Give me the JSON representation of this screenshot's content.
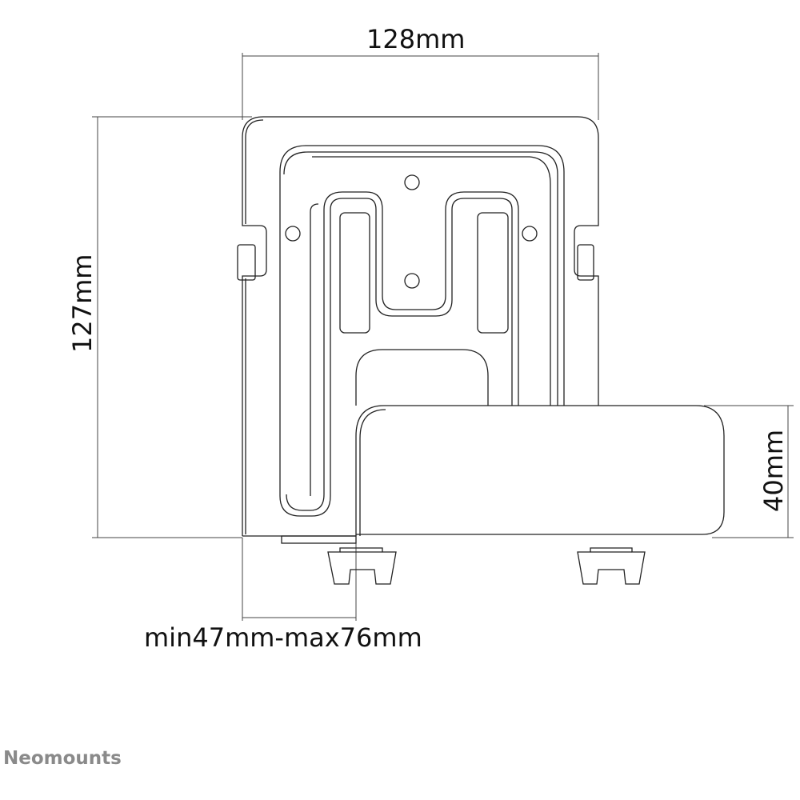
{
  "dimensions": {
    "width": "128mm",
    "height": "127mm",
    "device_height": "40mm",
    "depth_range": "min47mm-max76mm"
  },
  "brand": {
    "logo_text": "Neomounts",
    "logo_color": "#8a8a8a"
  },
  "colors": {
    "line": "#222222",
    "background": "#ffffff"
  }
}
